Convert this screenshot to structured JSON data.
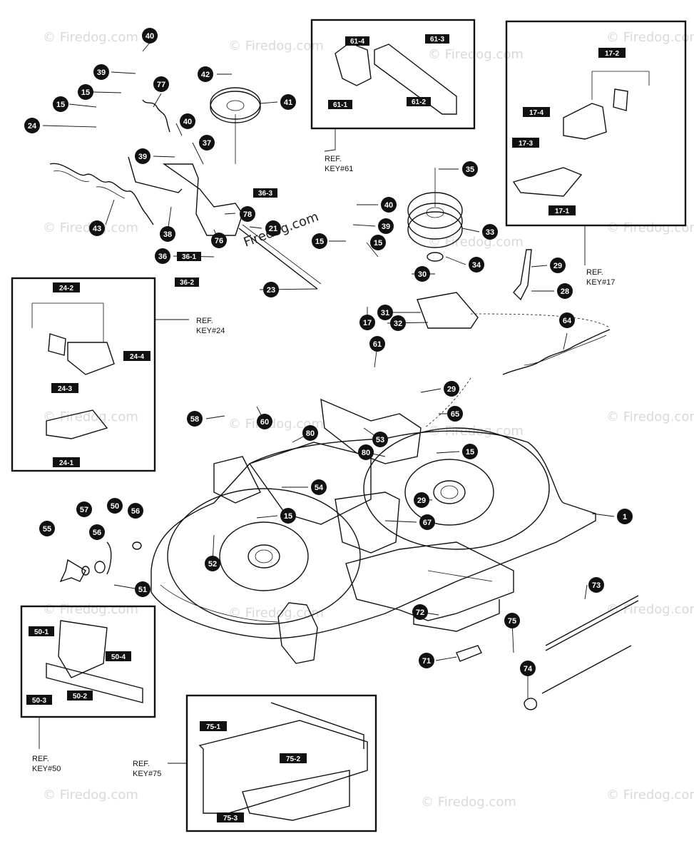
{
  "watermark": "© Firedog.com",
  "center_watermark": "Firedog.com",
  "callouts": [
    {
      "id": "k40a",
      "label": "40"
    },
    {
      "id": "k39a",
      "label": "39"
    },
    {
      "id": "k15a",
      "label": "15"
    },
    {
      "id": "k77",
      "label": "77"
    },
    {
      "id": "k15b",
      "label": "15"
    },
    {
      "id": "k24",
      "label": "24"
    },
    {
      "id": "k42",
      "label": "42"
    },
    {
      "id": "k41",
      "label": "41"
    },
    {
      "id": "k40b",
      "label": "40"
    },
    {
      "id": "k37",
      "label": "37"
    },
    {
      "id": "k39b",
      "label": "39"
    },
    {
      "id": "k43",
      "label": "43"
    },
    {
      "id": "k38",
      "label": "38"
    },
    {
      "id": "k78",
      "label": "78"
    },
    {
      "id": "k76",
      "label": "76"
    },
    {
      "id": "k21",
      "label": "21"
    },
    {
      "id": "k36",
      "label": "36"
    },
    {
      "id": "k23",
      "label": "23"
    },
    {
      "id": "k40c",
      "label": "40"
    },
    {
      "id": "k39c",
      "label": "39"
    },
    {
      "id": "k15c",
      "label": "15"
    },
    {
      "id": "k15d",
      "label": "15"
    },
    {
      "id": "k35",
      "label": "35"
    },
    {
      "id": "k33",
      "label": "33"
    },
    {
      "id": "k34",
      "label": "34"
    },
    {
      "id": "k30",
      "label": "30"
    },
    {
      "id": "k29a",
      "label": "29"
    },
    {
      "id": "k28",
      "label": "28"
    },
    {
      "id": "k31",
      "label": "31"
    },
    {
      "id": "k32",
      "label": "32"
    },
    {
      "id": "k17",
      "label": "17"
    },
    {
      "id": "k64",
      "label": "64"
    },
    {
      "id": "k61",
      "label": "61"
    },
    {
      "id": "k29b",
      "label": "29"
    },
    {
      "id": "k65",
      "label": "65"
    },
    {
      "id": "k58",
      "label": "58"
    },
    {
      "id": "k60",
      "label": "60"
    },
    {
      "id": "k80a",
      "label": "80"
    },
    {
      "id": "k53",
      "label": "53"
    },
    {
      "id": "k80b",
      "label": "80"
    },
    {
      "id": "k15e",
      "label": "15"
    },
    {
      "id": "k54",
      "label": "54"
    },
    {
      "id": "k29c",
      "label": "29"
    },
    {
      "id": "k1",
      "label": "1"
    },
    {
      "id": "k67",
      "label": "67"
    },
    {
      "id": "k57",
      "label": "57"
    },
    {
      "id": "k50",
      "label": "50"
    },
    {
      "id": "k56a",
      "label": "56"
    },
    {
      "id": "k55",
      "label": "55"
    },
    {
      "id": "k56b",
      "label": "56"
    },
    {
      "id": "k15f",
      "label": "15"
    },
    {
      "id": "k52",
      "label": "52"
    },
    {
      "id": "k51",
      "label": "51"
    },
    {
      "id": "k73",
      "label": "73"
    },
    {
      "id": "k72",
      "label": "72"
    },
    {
      "id": "k75",
      "label": "75"
    },
    {
      "id": "k71",
      "label": "71"
    },
    {
      "id": "k74",
      "label": "74"
    }
  ],
  "sub_labels": [
    {
      "id": "s36-3",
      "label": "36-3"
    },
    {
      "id": "s36-1",
      "label": "36-1"
    },
    {
      "id": "s36-2",
      "label": "36-2"
    },
    {
      "id": "s61-4",
      "label": "61-4"
    },
    {
      "id": "s61-3",
      "label": "61-3"
    },
    {
      "id": "s61-1",
      "label": "61-1"
    },
    {
      "id": "s61-2",
      "label": "61-2"
    },
    {
      "id": "s17-2",
      "label": "17-2"
    },
    {
      "id": "s17-4",
      "label": "17-4"
    },
    {
      "id": "s17-3",
      "label": "17-3"
    },
    {
      "id": "s17-1",
      "label": "17-1"
    },
    {
      "id": "s24-2",
      "label": "24-2"
    },
    {
      "id": "s24-4",
      "label": "24-4"
    },
    {
      "id": "s24-3",
      "label": "24-3"
    },
    {
      "id": "s24-1",
      "label": "24-1"
    },
    {
      "id": "s50-1",
      "label": "50-1"
    },
    {
      "id": "s50-4",
      "label": "50-4"
    },
    {
      "id": "s50-3",
      "label": "50-3"
    },
    {
      "id": "s50-2",
      "label": "50-2"
    },
    {
      "id": "s75-1",
      "label": "75-1"
    },
    {
      "id": "s75-2",
      "label": "75-2"
    },
    {
      "id": "s75-3",
      "label": "75-3"
    }
  ],
  "refs": {
    "ref61": {
      "line1": "REF.",
      "line2": "KEY#61"
    },
    "ref17": {
      "line1": "REF.",
      "line2": "KEY#17"
    },
    "ref24": {
      "line1": "REF.",
      "line2": "KEY#24"
    },
    "ref50": {
      "line1": "REF.",
      "line2": "KEY#50"
    },
    "ref75": {
      "line1": "REF.",
      "line2": "KEY#75"
    }
  }
}
